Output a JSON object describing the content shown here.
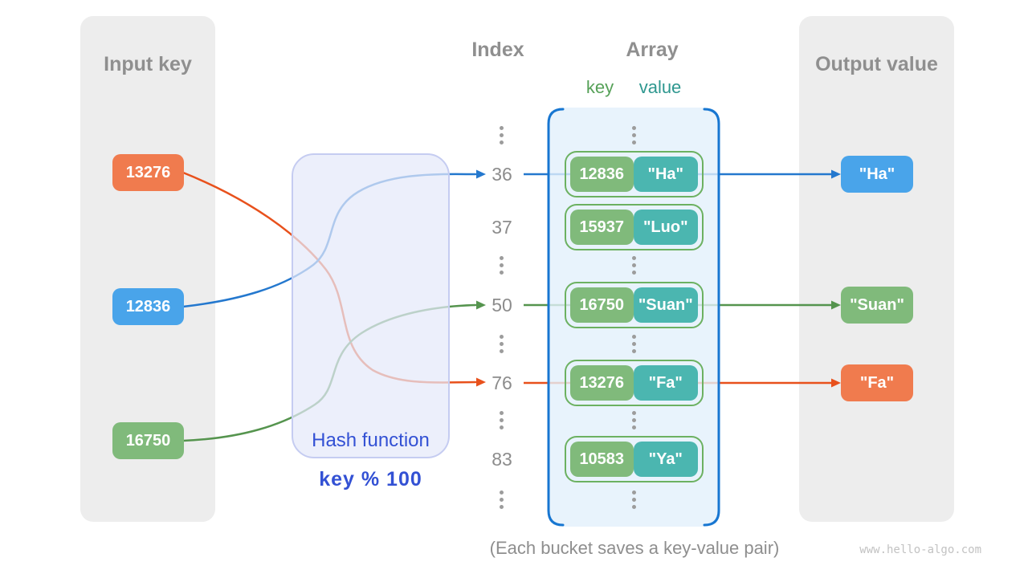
{
  "colors": {
    "canvas_bg": "#FFFFFF",
    "panel_bg": "#EDEDED",
    "panel_title": "#8F8F8F",
    "orange": "#F07B4E",
    "blue": "#49A4EA",
    "green": "#80BA7B",
    "teal": "#4BB6B0",
    "pair_border": "#6CB161",
    "bracket_blue": "#1776D1",
    "line_blue": "#2478CE",
    "line_green": "#55944E",
    "line_orange": "#E8511C",
    "hash_fill": "rgba(229,233,250,0.72)",
    "hash_border": "#C5CCF1",
    "hash_text": "#3351D4",
    "index_text": "#8C8C8C",
    "dots": "#9C9C9C",
    "key_label": "#56A158",
    "value_label": "#2E978F",
    "array_fill": "rgba(226,240,251,0.8)",
    "caption_text": "#8E8E8E",
    "watermark_text": "#C2C2C2"
  },
  "input_panel": {
    "title": "Input key",
    "keys": [
      {
        "label": "13276",
        "color": "orange"
      },
      {
        "label": "12836",
        "color": "blue"
      },
      {
        "label": "16750",
        "color": "green"
      }
    ]
  },
  "hash": {
    "title": "Hash function",
    "formula": "key % 100"
  },
  "index_column": {
    "title": "Index",
    "cells": [
      {
        "type": "ellipsis"
      },
      {
        "type": "index",
        "label": "36"
      },
      {
        "type": "index",
        "label": "37"
      },
      {
        "type": "ellipsis"
      },
      {
        "type": "index",
        "label": "50"
      },
      {
        "type": "ellipsis"
      },
      {
        "type": "index",
        "label": "76"
      },
      {
        "type": "ellipsis"
      },
      {
        "type": "index",
        "label": "83"
      },
      {
        "type": "ellipsis"
      }
    ]
  },
  "array": {
    "title": "Array",
    "key_label": "key",
    "value_label": "value",
    "rows": [
      {
        "type": "ellipsis"
      },
      {
        "type": "pair",
        "key": "12836",
        "value": "\"Ha\""
      },
      {
        "type": "pair",
        "key": "15937",
        "value": "\"Luo\""
      },
      {
        "type": "ellipsis"
      },
      {
        "type": "pair",
        "key": "16750",
        "value": "\"Suan\""
      },
      {
        "type": "ellipsis"
      },
      {
        "type": "pair",
        "key": "13276",
        "value": "\"Fa\""
      },
      {
        "type": "ellipsis"
      },
      {
        "type": "pair",
        "key": "10583",
        "value": "\"Ya\""
      },
      {
        "type": "ellipsis"
      }
    ]
  },
  "output_panel": {
    "title": "Output value",
    "values": [
      {
        "label": "\"Ha\"",
        "color": "blue"
      },
      {
        "label": "\"Suan\"",
        "color": "green"
      },
      {
        "label": "\"Fa\"",
        "color": "orange"
      }
    ]
  },
  "mappings": [
    {
      "input": "12836",
      "index": "36",
      "output": "\"Ha\"",
      "color": "blue"
    },
    {
      "input": "16750",
      "index": "50",
      "output": "\"Suan\"",
      "color": "green"
    },
    {
      "input": "13276",
      "index": "76",
      "output": "\"Fa\"",
      "color": "orange"
    }
  ],
  "caption": "(Each bucket saves a key-value pair)",
  "watermark": "www.hello-algo.com",
  "icons": {
    "ellipsis": "vertical-ellipsis"
  }
}
